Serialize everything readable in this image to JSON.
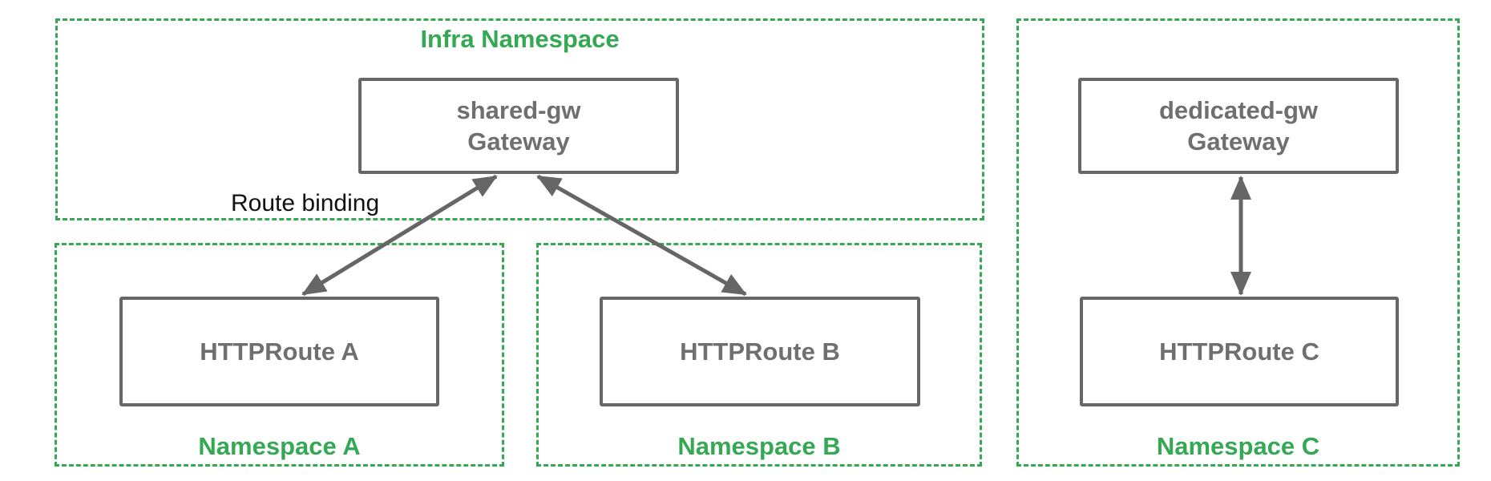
{
  "diagram": {
    "infra_namespace": {
      "label": "Infra Namespace"
    },
    "shared_gateway": {
      "line1": "shared-gw",
      "line2": "Gateway"
    },
    "dedicated_gateway": {
      "line1": "dedicated-gw",
      "line2": "Gateway"
    },
    "route_a": {
      "label": "HTTPRoute A"
    },
    "route_b": {
      "label": "HTTPRoute B"
    },
    "route_c": {
      "label": "HTTPRoute C"
    },
    "namespace_a": {
      "label": "Namespace A"
    },
    "namespace_b": {
      "label": "Namespace B"
    },
    "namespace_c": {
      "label": "Namespace C"
    },
    "route_binding_label": "Route binding",
    "colors": {
      "green": "#34A853",
      "gray": "#666666",
      "graytext": "#6f6f6f",
      "black": "#111111"
    }
  }
}
